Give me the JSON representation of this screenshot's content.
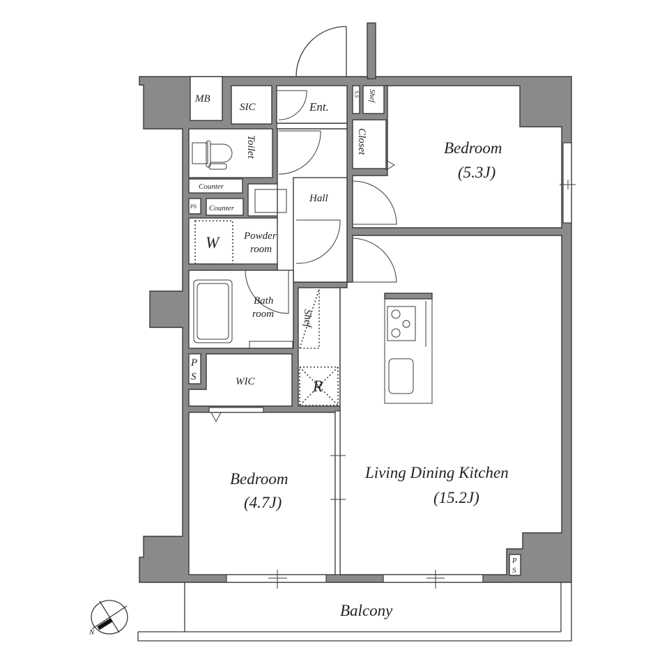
{
  "plan": {
    "colors": {
      "wall": "#8a8a8a",
      "outline": "#3a3a3a",
      "background": "#ffffff"
    },
    "rooms": {
      "mb": "MB",
      "sic": "SIC",
      "entrance": "Ent.",
      "shelf_top": "Shef",
      "ss_top": "S.S",
      "closet": "Closet",
      "toilet": "Toilet",
      "counter_1": "Counter",
      "counter_2": "Counter",
      "ps_small": "PS",
      "hall": "Hall",
      "washer": "W",
      "powder_1": "Powder",
      "powder_2": "room",
      "bath_1": "Bath",
      "bath_2": "room",
      "shelf_mid": "Shef",
      "ps_wic_1": "P",
      "ps_wic_2": "S",
      "wic": "WIC",
      "fridge": "R",
      "bedroom_ne_name": "Bedroom",
      "bedroom_ne_size": "(5.3J)",
      "bedroom_sw_name": "Bedroom",
      "bedroom_sw_size": "(4.7J)",
      "ldk_name": "Living Dining Kitchen",
      "ldk_size": "(15.2J)",
      "ps_ldk_1": "P",
      "ps_ldk_2": "S",
      "balcony": "Balcony"
    },
    "compass": {
      "north_label": "N",
      "icon": "compass-icon"
    }
  }
}
